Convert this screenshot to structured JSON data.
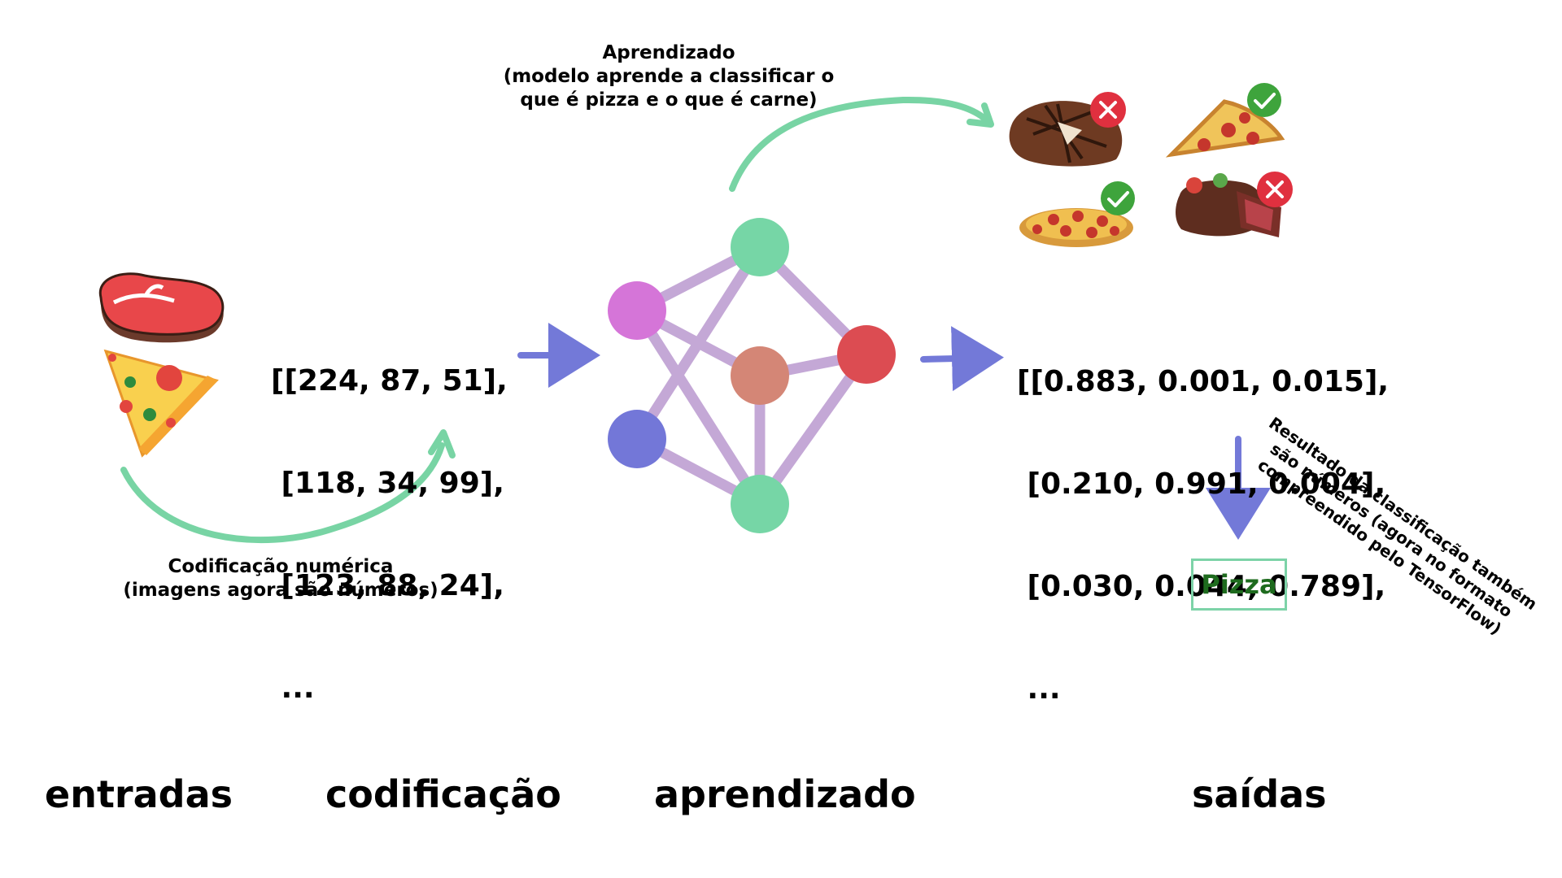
{
  "captions": {
    "learning": [
      "Aprendizado",
      "(modelo aprende a classificar o",
      "que é pizza e o que é carne)"
    ],
    "encoding": [
      "Codificação numérica",
      "(imagens agora são números)"
    ],
    "result": [
      "Resultado da classificação também",
      "são números (agora no formato",
      "compreendido pelo TensorFlow)"
    ]
  },
  "input_matrix": [
    "[[224, 87, 51],",
    " [118, 34, 99],",
    " [123, 88, 24],",
    " ..."
  ],
  "output_matrix": [
    "[[0.883, 0.001, 0.015],",
    " [0.210, 0.991, 0.004],",
    " [0.030, 0.044, 0.789],",
    " ..."
  ],
  "prediction_label": "Pizza",
  "stages": [
    "entradas",
    "codificação",
    "aprendizado",
    "saídas"
  ],
  "results": [
    {
      "food": "steak",
      "mark": "x"
    },
    {
      "food": "pizza-slice",
      "mark": "check"
    },
    {
      "food": "whole-pizza",
      "mark": "check"
    },
    {
      "food": "sliced-steak",
      "mark": "x"
    }
  ],
  "colors": {
    "green_arrow": "#78d4a4",
    "blue_arrow": "#7379d8",
    "edge": "#c4a8d6",
    "node_green": "#76d6a6",
    "node_magenta": "#d575d8",
    "node_blue": "#7377d8",
    "node_salmon": "#d48676",
    "node_red": "#dc4c52",
    "check_green": "#3ea43c",
    "cross_red": "#e0303f"
  }
}
